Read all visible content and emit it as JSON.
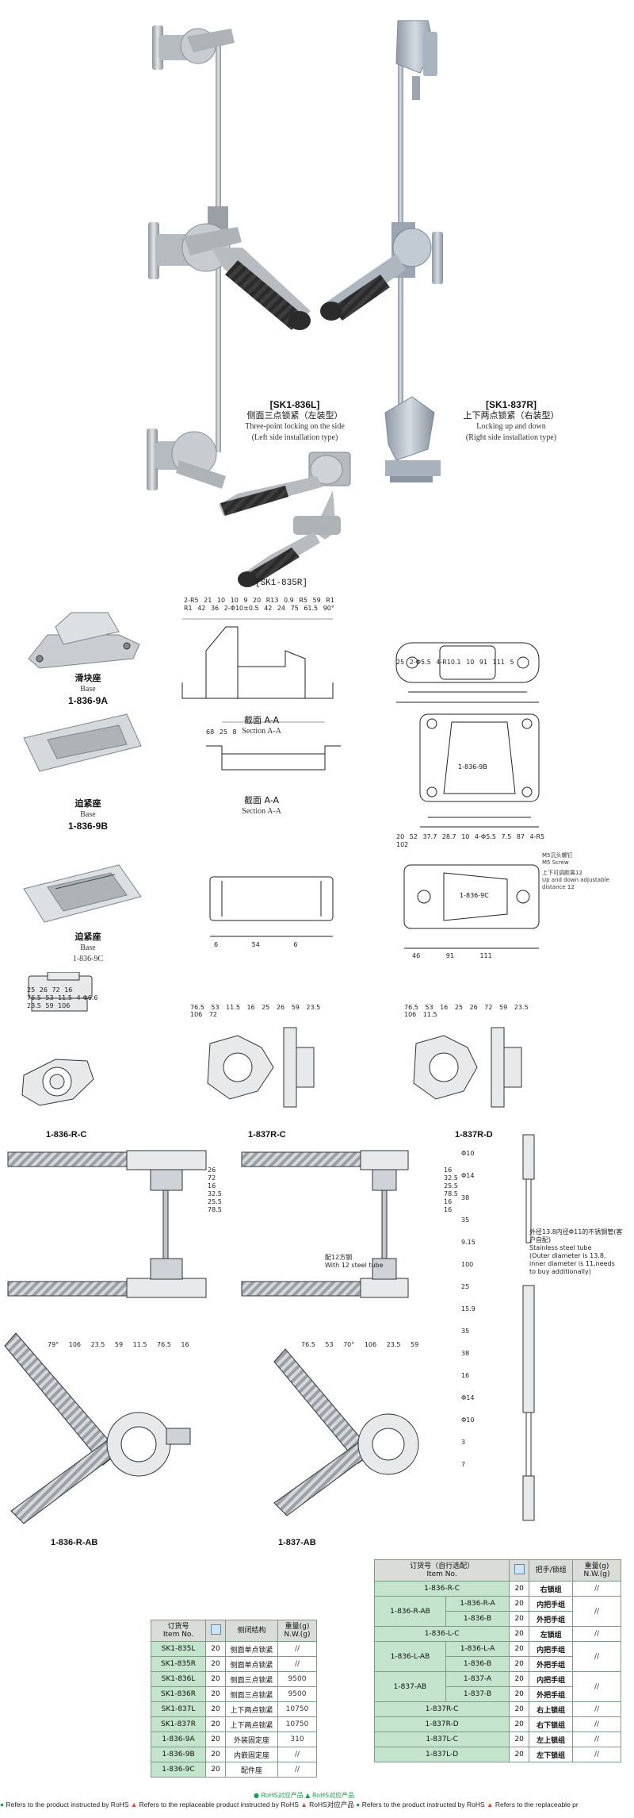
{
  "products": {
    "p836l": {
      "code": "[SK1-836L]",
      "cn": "侧面三点锁紧（左装型）",
      "en1": "Three-point locking on the side",
      "en2": "(Left side installation type)"
    },
    "p837r": {
      "code": "[SK1-837R]",
      "cn": "上下两点锁紧（右装型）",
      "en1": "Locking up and down",
      "en2": "(Right side installation type)"
    },
    "p835r": {
      "code": "[SK1-835R]"
    }
  },
  "parts": {
    "p9a": {
      "cn": "滑块座",
      "en": "Base",
      "code": "1-836-9A"
    },
    "p9b": {
      "cn": "迫紧座",
      "en": "Base",
      "code": "1-836-9B"
    },
    "p9c": {
      "cn": "迫紧座",
      "en": "Base",
      "code": "1-836-9C"
    }
  },
  "drawing_labels": {
    "r_c": "1-836-R-C",
    "r837c": "1-837R-C",
    "r837d": "1-837R-D",
    "r_ab": "1-836-R-AB",
    "ab837": "1-837-AB",
    "section_cn": "截面 A-A",
    "section_en": "Section A-A",
    "screw_cn": "M5沉头螺钉",
    "screw_en": "M5 Screw",
    "adjust_cn": "上下可调距离12",
    "adjust_en1": "Up and down adjustable",
    "adjust_en2": "distance 12",
    "tube_cn": "配12方钢",
    "tube_en": "With 12 steel tube",
    "steel_cn": "外径13.8内径Φ11的不锈钢管(客户自配)",
    "steel_en1": "Stainless steel tube",
    "steel_en2": "(Outer diameter is 13.8,",
    "steel_en3": "inner diameter is 11,needs",
    "steel_en4": "to buy additionally)",
    "base_stamp_b": "1-836-9B",
    "base_stamp_c": "1-836-9C"
  },
  "dims": {
    "d9a": [
      "2-R5",
      "21",
      "10",
      "10",
      "9",
      "20",
      "R13",
      "0.9",
      "R5",
      "59",
      "R1",
      "R1",
      "42",
      "36",
      "2-Φ10±0.5",
      "42",
      "24",
      "75",
      "61.5",
      "90°",
      "25",
      "2-Φ5.5",
      "4-R10.1",
      "10",
      "91",
      "111",
      "5"
    ],
    "d9b": [
      "68",
      "25",
      "8",
      "20",
      "52",
      "37.7",
      "28.7",
      "10",
      "4-Φ5.5",
      "7.5",
      "87",
      "4-R5",
      "102"
    ],
    "d9c": [
      "6",
      "54",
      "6",
      "46",
      "91",
      "111"
    ],
    "drc": [
      "25",
      "26",
      "72",
      "16",
      "76.5",
      "53",
      "11.5",
      "4-Φ6.6",
      "23.5",
      "59",
      "106"
    ],
    "d837c": [
      "76.5",
      "53",
      "11.5",
      "16",
      "25",
      "26",
      "59",
      "23.5",
      "106",
      "72"
    ],
    "d837d": [
      "76.5",
      "53",
      "16",
      "25",
      "26",
      "72",
      "59",
      "23.5",
      "106",
      "11.5"
    ],
    "dside": [
      "26",
      "72",
      "16",
      "32.5",
      "25.5",
      "78.5",
      "16",
      "32.5",
      "25.5",
      "78.5",
      "16",
      "16"
    ],
    "drod": [
      "Φ10",
      "Φ14",
      "38",
      "35",
      "9.15",
      "100",
      "25",
      "15.9",
      "35",
      "38",
      "16",
      "Φ14",
      "Φ10",
      "3",
      "7"
    ],
    "dab": [
      "79°",
      "106",
      "23.5",
      "59",
      "11.5",
      "76.5",
      "16",
      "76.5",
      "53",
      "70°",
      "106",
      "23.5",
      "59"
    ]
  },
  "table_left": {
    "headers": {
      "item_cn": "订货号",
      "item_en": "Item No.",
      "desc": "侧闭结构",
      "weight_cn": "重量(g)",
      "weight_en": "N.W.(g)"
    },
    "rows": [
      {
        "item": "SK1-835L",
        "qty": "20",
        "desc": "侧面单点锁紧",
        "weight": "//"
      },
      {
        "item": "SK1-835R",
        "qty": "20",
        "desc": "侧面单点锁紧",
        "weight": "//"
      },
      {
        "item": "SK1-836L",
        "qty": "20",
        "desc": "侧面三点锁紧",
        "weight": "9500"
      },
      {
        "item": "SK1-836R",
        "qty": "20",
        "desc": "侧面三点锁紧",
        "weight": "9500"
      },
      {
        "item": "SK1-837L",
        "qty": "20",
        "desc": "上下两点锁紧",
        "weight": "10750"
      },
      {
        "item": "SK1-837R",
        "qty": "20",
        "desc": "上下两点锁紧",
        "weight": "10750"
      },
      {
        "item": "1-836-9A",
        "qty": "20",
        "desc": "外装固定座",
        "weight": "310"
      },
      {
        "item": "1-836-9B",
        "qty": "20",
        "desc": "内嵌固定座",
        "weight": "//"
      },
      {
        "item": "1-836-9C",
        "qty": "20",
        "desc": "配件座",
        "weight": "//"
      }
    ]
  },
  "table_right": {
    "headers": {
      "item_cn": "订货号（自行选配）",
      "item_en": "Item No.",
      "desc": "把手/锁组",
      "weight_cn": "重量(g)",
      "weight_en": "N.W.(g)"
    },
    "rows": [
      {
        "main": "1-836-R-C",
        "sub": "",
        "qty": "20",
        "desc": "右锁组",
        "weight": "//"
      },
      {
        "main": "1-836-R-AB",
        "sub": "1-836-R-A",
        "qty": "20",
        "desc": "内把手组",
        "weight": "//"
      },
      {
        "main": "",
        "sub": "1-836-B",
        "qty": "20",
        "desc": "外把手组",
        "weight": "//"
      },
      {
        "main": "1-836-L-C",
        "sub": "",
        "qty": "20",
        "desc": "左锁组",
        "weight": "//"
      },
      {
        "main": "1-836-L-AB",
        "sub": "1-836-L-A",
        "qty": "20",
        "desc": "内把手组",
        "weight": "//"
      },
      {
        "main": "",
        "sub": "1-836-B",
        "qty": "20",
        "desc": "外把手组",
        "weight": "//"
      },
      {
        "main": "1-837-AB",
        "sub": "1-837-A",
        "qty": "20",
        "desc": "内把手组",
        "weight": "//"
      },
      {
        "main": "",
        "sub": "1-837-B",
        "qty": "20",
        "desc": "外把手组",
        "weight": "//"
      },
      {
        "main": "1-837R-C",
        "sub": "",
        "qty": "20",
        "desc": "右上锁组",
        "weight": "//"
      },
      {
        "main": "1-837R-D",
        "sub": "",
        "qty": "20",
        "desc": "右下锁组",
        "weight": "//"
      },
      {
        "main": "1-837L-C",
        "sub": "",
        "qty": "20",
        "desc": "左上锁组",
        "weight": "//"
      },
      {
        "main": "1-837L-D",
        "sub": "",
        "qty": "20",
        "desc": "左下锁组",
        "weight": "//"
      }
    ]
  },
  "footer": {
    "g1": "●",
    "t1": "Refers to the product instructed by RoHS",
    "g2": "▲",
    "t2": "Refers to the replaceable product instructed by RoHS",
    "g3": "▲",
    "t3": "RoHS对应产品",
    "g4": "●",
    "t4": "Refers to the product instructed by RoHS",
    "g5": "▲",
    "t5": "Refers to the replaceable pr",
    "mid": "● RoHS对应产品  ▲ RoHS对应产品"
  },
  "colors": {
    "metal": "#c9ccd0",
    "metal_dark": "#7e848a",
    "grip": "#2a2a2a",
    "sketch": "#444444",
    "table_item": "#c4e4ce"
  }
}
